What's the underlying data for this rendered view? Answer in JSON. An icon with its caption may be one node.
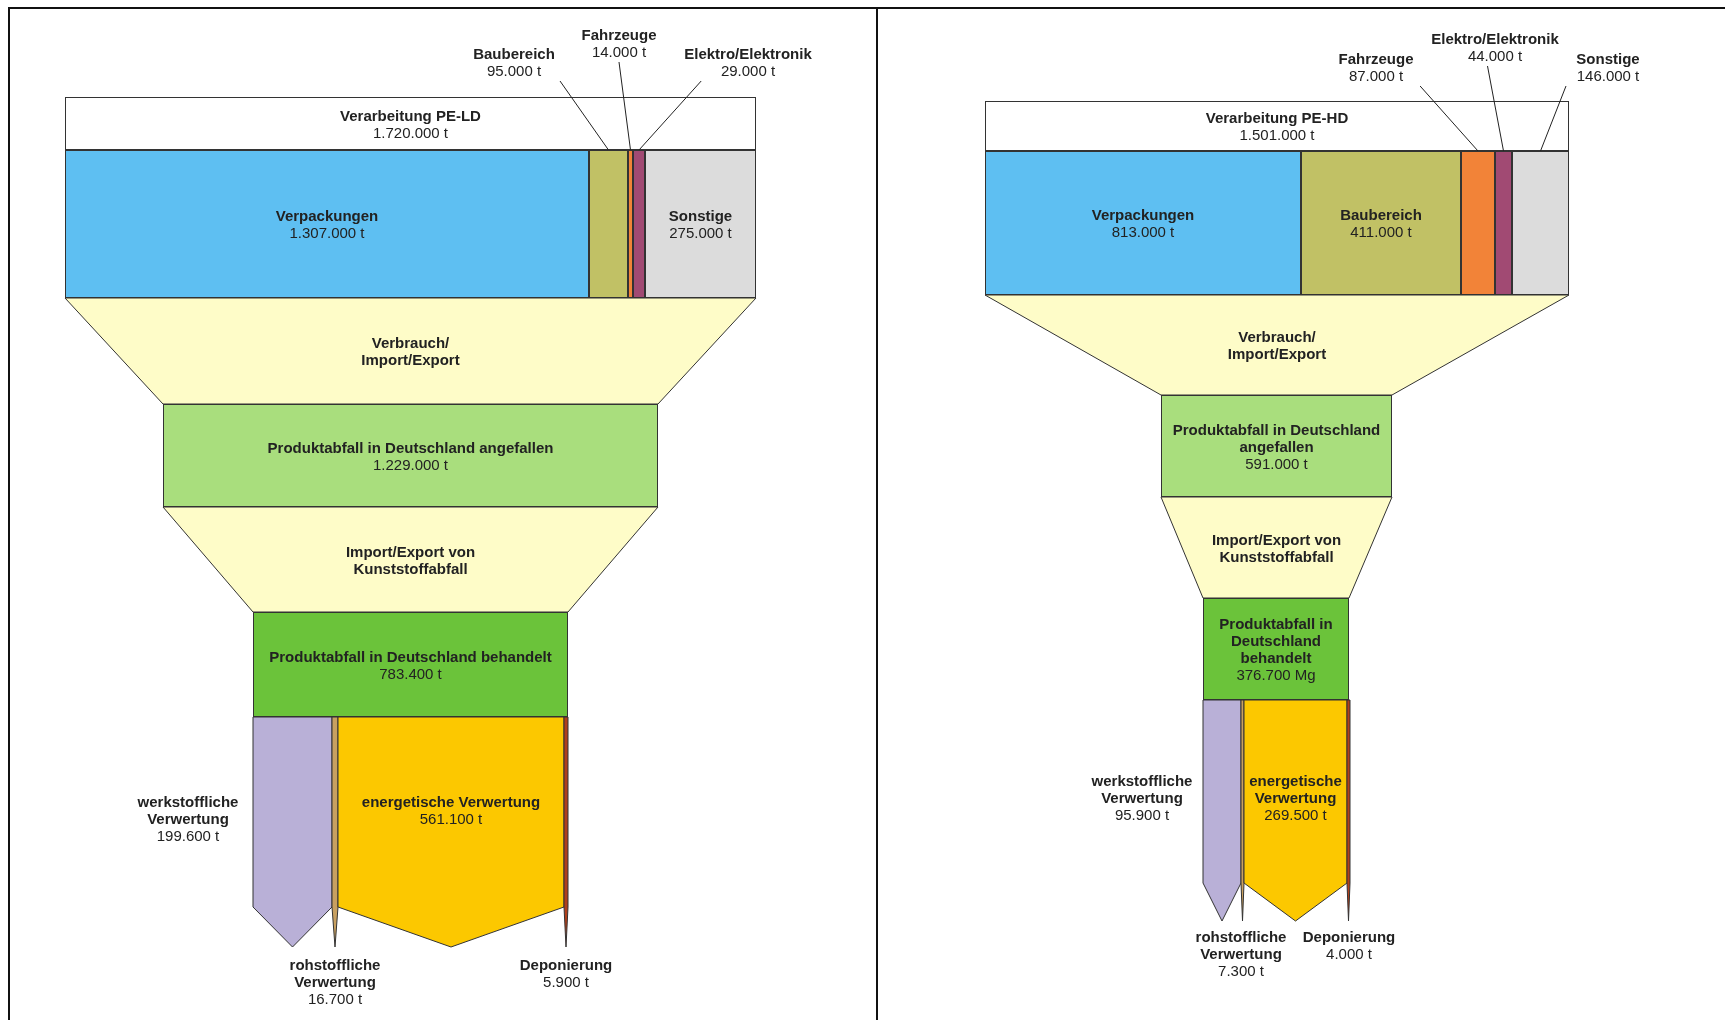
{
  "diagram": {
    "nodes": [
      {
        "text": [
          "Baubereich",
          "95.000 t"
        ]
      },
      {
        "text": [
          "Fahrzeuge",
          "14.000 t"
        ]
      },
      {
        "text": [
          "Elektro/Elektronik",
          "29.000 t"
        ]
      },
      {
        "text": [
          "Verarbeitung PE-LD",
          "1.720.000 t"
        ]
      },
      {
        "text": [
          "Verpackungen",
          "1.307.000 t"
        ]
      },
      {
        "text": [],
        "shape": "bar"
      },
      {
        "text": [],
        "shape": "bar"
      },
      {
        "text": [],
        "shape": "bar"
      },
      {
        "text": [
          "Sonstige",
          "275.000 t"
        ]
      },
      {
        "text": [
          "Verbrauch/ Import/Export"
        ]
      },
      {
        "text": [
          "Produktabfall in Deutschland angefallen",
          "1.229.000 t"
        ]
      },
      {
        "text": [
          "Import/Export von Kunststoffabfall"
        ]
      },
      {
        "text": [
          "Produktabfall in Deutschland behandelt",
          "783.400 t"
        ]
      },
      {
        "text": [],
        "shape": "pentagon",
        "beside": [
          "werkstoffliche Verwertung",
          "199.600 t"
        ]
      },
      {
        "text": [],
        "shape": "pentagon",
        "beside": [
          "rohstoffliche Verwertung",
          "16.700 t"
        ]
      },
      {
        "text": [
          "energetische Verwertung",
          "561.100 t"
        ]
      },
      {
        "text": [],
        "shape": "pentagon",
        "beside": [
          "Deponierung",
          "5.900 t"
        ]
      },
      {
        "text": [
          "Elektro/Elektronik",
          "44.000 t"
        ]
      },
      {
        "text": [
          "Fahrzeuge",
          "87.000 t"
        ]
      },
      {
        "text": [
          "Sonstige",
          "146.000 t"
        ]
      },
      {
        "text": [
          "Verarbeitung PE-HD",
          "1.501.000 t"
        ]
      },
      {
        "text": [
          "Verpackungen",
          "813.000 t"
        ]
      },
      {
        "text": [
          "Baubereich",
          "411.000 t"
        ]
      },
      {
        "text": [],
        "shape": "bar"
      },
      {
        "text": [],
        "shape": "bar"
      },
      {
        "text": [],
        "shape": "bar"
      },
      {
        "text": [
          "Verbrauch/ Import/Export"
        ]
      },
      {
        "text": [
          "Produktabfall in Deutschland angefallen",
          "591.000 t"
        ]
      },
      {
        "text": [
          "Import/Export von Kunststoffabfall"
        ]
      },
      {
        "text": [
          "Produktabfall in Deutschland behandelt",
          "376.700 Mg"
        ]
      },
      {
        "text": [],
        "shape": "pentagon",
        "beside": [
          "werkstoffliche Verwertung",
          "95.900 t"
        ]
      },
      {
        "text": [],
        "shape": "pentagon",
        "beside": [
          "rohstoffliche Verwertung",
          "7.300 t"
        ]
      },
      {
        "text": [
          "energetische Verwertung",
          "269.500 t"
        ]
      },
      {
        "text": [],
        "shape": "pentagon",
        "beside": [
          "Deponierung",
          "4.000 t"
        ]
      }
    ],
    "edges": [
      {
        "from": 0,
        "to": 5,
        "arrow": "none"
      },
      {
        "from": 1,
        "to": 6,
        "arrow": "none"
      },
      {
        "from": 2,
        "to": 7,
        "arrow": "none"
      },
      {
        "from": 18,
        "to": 23,
        "arrow": "none"
      },
      {
        "from": 17,
        "to": 24,
        "arrow": "none"
      },
      {
        "from": 19,
        "to": 25,
        "arrow": "none"
      }
    ]
  }
}
